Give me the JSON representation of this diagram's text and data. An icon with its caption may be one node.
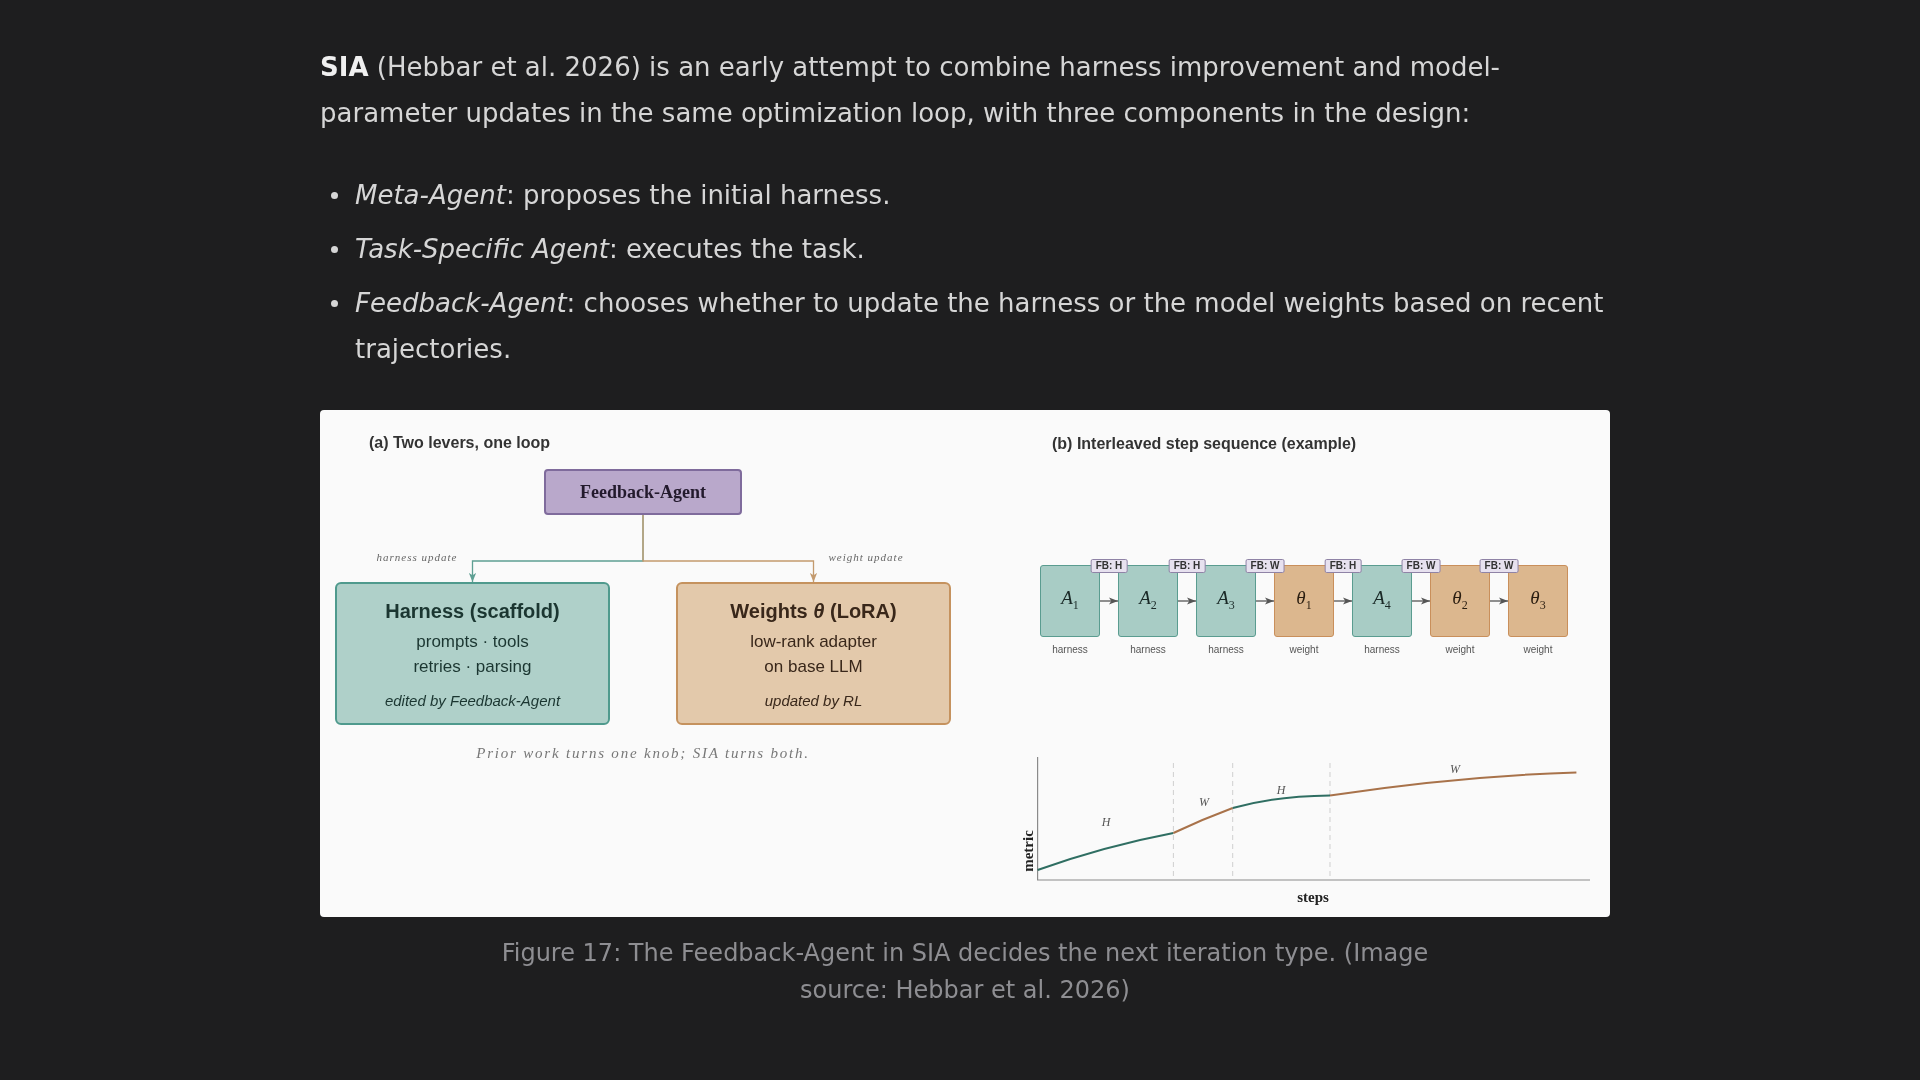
{
  "diagram": {
    "caption": "Figure 17: The Feedback-Agent in SIA decides the next iteration type. (Image source: Hebbar et al. 2026)",
    "nodes": [
      {
        "text": [
          "Feedback-Agent"
        ]
      },
      {
        "text": [
          "Harness (scaffold)",
          "prompts · tools retries · parsing",
          "edited by Feedback-Agent"
        ]
      },
      {
        "text": [
          "Weights *θ* (LoRA)",
          "low-rank adapter on base LLM",
          "updated by RL"
        ]
      },
      {
        "text": [
          "*A*$_{1}$"
        ],
        "beside": [
          "harness"
        ]
      },
      {
        "text": [
          "*A*$_{2}$"
        ],
        "beside": [
          "harness"
        ]
      },
      {
        "text": [
          "*A*$_{3}$"
        ],
        "beside": [
          "harness"
        ]
      },
      {
        "text": [
          "*θ*$_{1}$"
        ],
        "beside": [
          "weight"
        ]
      },
      {
        "text": [
          "*A*$_{4}$"
        ],
        "beside": [
          "harness"
        ]
      },
      {
        "text": [
          "*θ*$_{2}$"
        ],
        "beside": [
          "weight"
        ]
      },
      {
        "text": [
          "*θ*$_{3}$"
        ],
        "beside": [
          "weight"
        ]
      }
    ],
    "edges": [
      {
        "from": 0,
        "to": 1,
        "arrow": "to",
        "label": "harness update",
        "color": "#5e9f93"
      },
      {
        "from": 0,
        "to": 2,
        "arrow": "to",
        "label": "weight update",
        "color": "#c39a6e"
      },
      {
        "from": 3,
        "to": 4,
        "arrow": "to",
        "label": "FB: H"
      },
      {
        "from": 4,
        "to": 5,
        "arrow": "to",
        "label": "FB: H"
      },
      {
        "from": 5,
        "to": 6,
        "arrow": "to",
        "label": "FB: W"
      },
      {
        "from": 6,
        "to": 7,
        "arrow": "to",
        "label": "FB: H"
      },
      {
        "from": 7,
        "to": 8,
        "arrow": "to",
        "label": "FB: W"
      },
      {
        "from": 8,
        "to": 9,
        "arrow": "to",
        "label": "FB: W"
      }
    ],
    "labels": [
      "**SIA** (Hebbar et al. 2026) is an early attempt to combine harness improvement and model-parameter updates in the same optimization loop, with three components in the design:",
      "*Meta-Agent*: proposes the initial harness.",
      "*Task-Specific Agent*: executes the task.",
      "*Feedback-Agent*: chooses whether to update the harness or the model weights based on recent trajectories.",
      "(a) Two levers, one loop",
      "(b) Interleaved step sequence (example)",
      "Prior work turns one knob; SIA turns both.",
      "H",
      "W",
      "H",
      "W",
      "metric",
      "steps"
    ]
  }
}
